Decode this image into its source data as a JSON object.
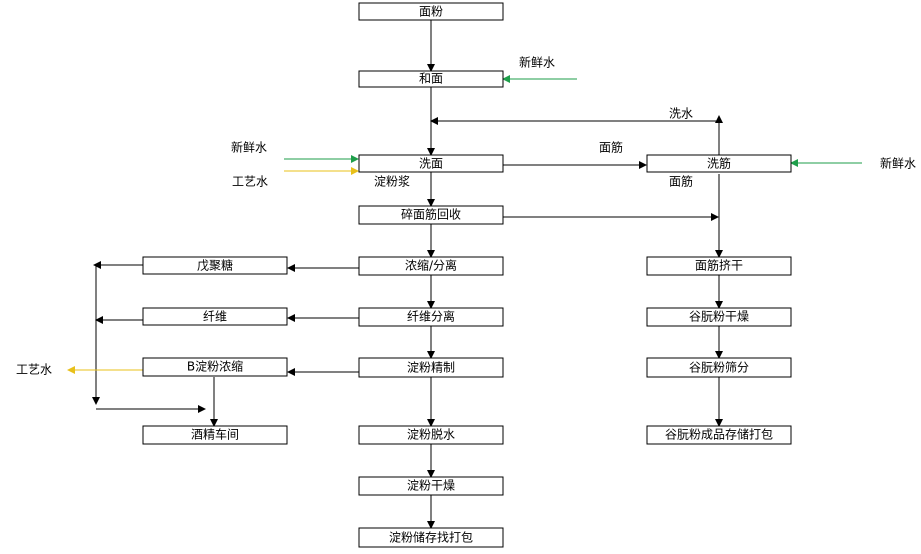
{
  "colors": {
    "line": "#000000",
    "fresh_water": "#1e9e4a",
    "process_water": "#e8c01a"
  },
  "boxes": {
    "flour": "面粉",
    "dough_mixing": "和面",
    "dough_washing": "洗面",
    "gluten_washing": "洗筋",
    "gluten_recovery": "碎面筋回收",
    "concentration_separation": "浓缩/分离",
    "pentosan": "戊聚糖",
    "fiber_separation": "纤维分离",
    "fiber": "纤维",
    "starch_refining": "淀粉精制",
    "b_starch_concentration": "B淀粉浓缩",
    "starch_dewatering": "淀粉脱水",
    "alcohol_workshop": "酒精车间",
    "starch_drying": "淀粉干燥",
    "starch_storage": "淀粉储存找打包",
    "gluten_squeezing": "面筋挤干",
    "gluten_powder_drying": "谷朊粉干燥",
    "gluten_powder_sieving": "谷朊粉筛分",
    "gluten_powder_storage": "谷朊粉成品存储打包"
  },
  "labels": {
    "fresh_water_mixing": "新鲜水",
    "washing_water": "洗水",
    "fresh_water_washing": "新鲜水",
    "process_water_washing": "工艺水",
    "starch_slurry": "淀粉浆",
    "gluten_top": "面筋",
    "gluten_bottom": "面筋",
    "fresh_water_gluten": "新鲜水",
    "process_water_out": "工艺水"
  }
}
